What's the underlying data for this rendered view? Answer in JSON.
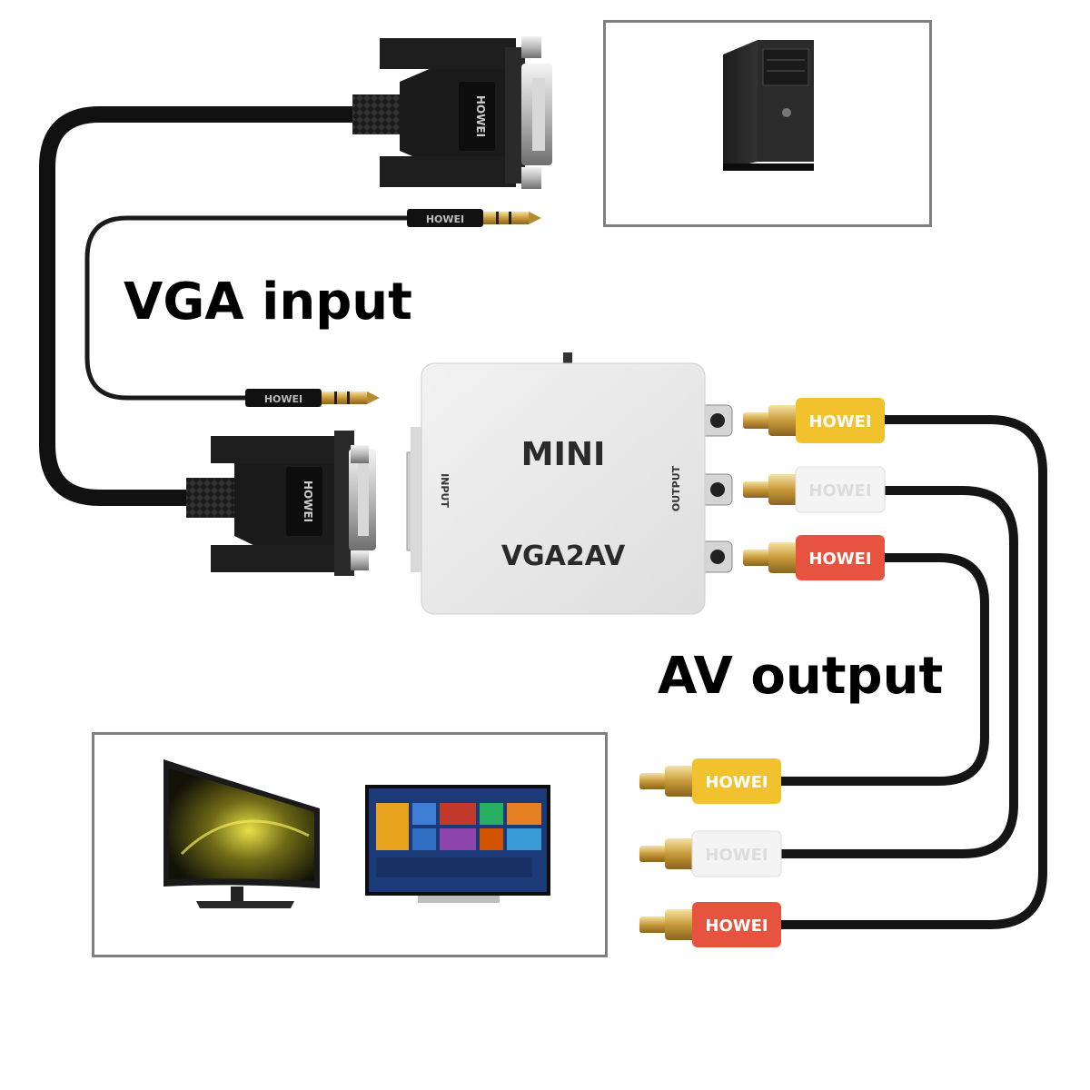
{
  "labels": {
    "vga_input": "VGA input",
    "av_output": "AV output"
  },
  "converter": {
    "brand_top": "MINI",
    "model": "VGA2AV",
    "input_side": "INPUT",
    "output_side": "OUTPUT",
    "body_color": "#ececec"
  },
  "plug_brand": "HOWEI",
  "rca_colors": {
    "video": "#f2c12e",
    "audio_left": "#f4f4f4",
    "audio_right": "#e8533f"
  },
  "cable_color": "#111111"
}
